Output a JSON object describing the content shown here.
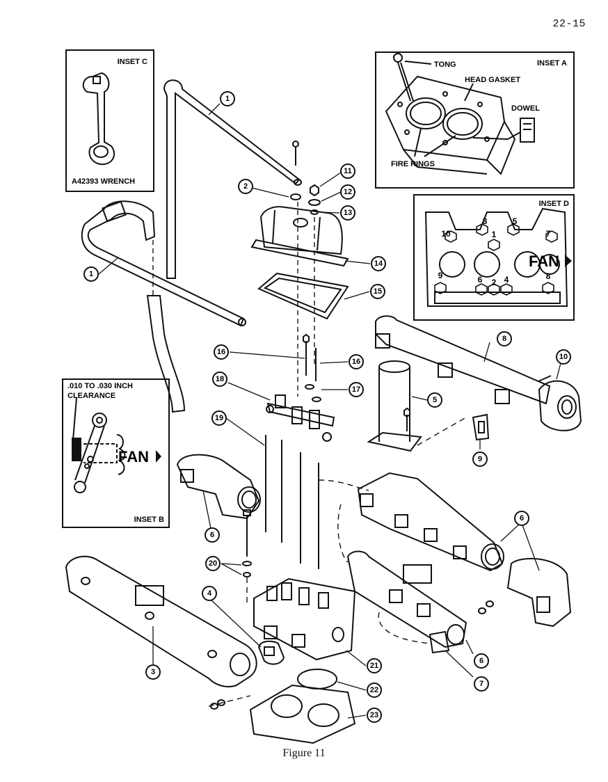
{
  "page_number": "22-15",
  "caption": "Figure 11",
  "insets": {
    "a": {
      "title": "INSET A",
      "tong": "TONG",
      "head_gasket": "HEAD GASKET",
      "dowel": "DOWEL",
      "fire_rings": "FIRE RINGS"
    },
    "b": {
      "title": "INSET B",
      "clearance_line1": ".010 TO .030 INCH",
      "clearance_line2": "CLEARANCE",
      "fan": "FAN"
    },
    "c": {
      "title": "INSET C",
      "wrench": "A42393 WRENCH"
    },
    "d": {
      "title": "INSET D",
      "fan": "FAN",
      "bolt_sequence": [
        "1",
        "2",
        "3",
        "4",
        "5",
        "6",
        "7",
        "8",
        "9",
        "10"
      ]
    }
  },
  "callouts": [
    "1",
    "1",
    "2",
    "3",
    "4",
    "5",
    "6",
    "6",
    "6",
    "6",
    "7",
    "8",
    "9",
    "10",
    "11",
    "12",
    "13",
    "14",
    "15",
    "16",
    "16",
    "17",
    "18",
    "19",
    "20",
    "21",
    "22",
    "23"
  ]
}
